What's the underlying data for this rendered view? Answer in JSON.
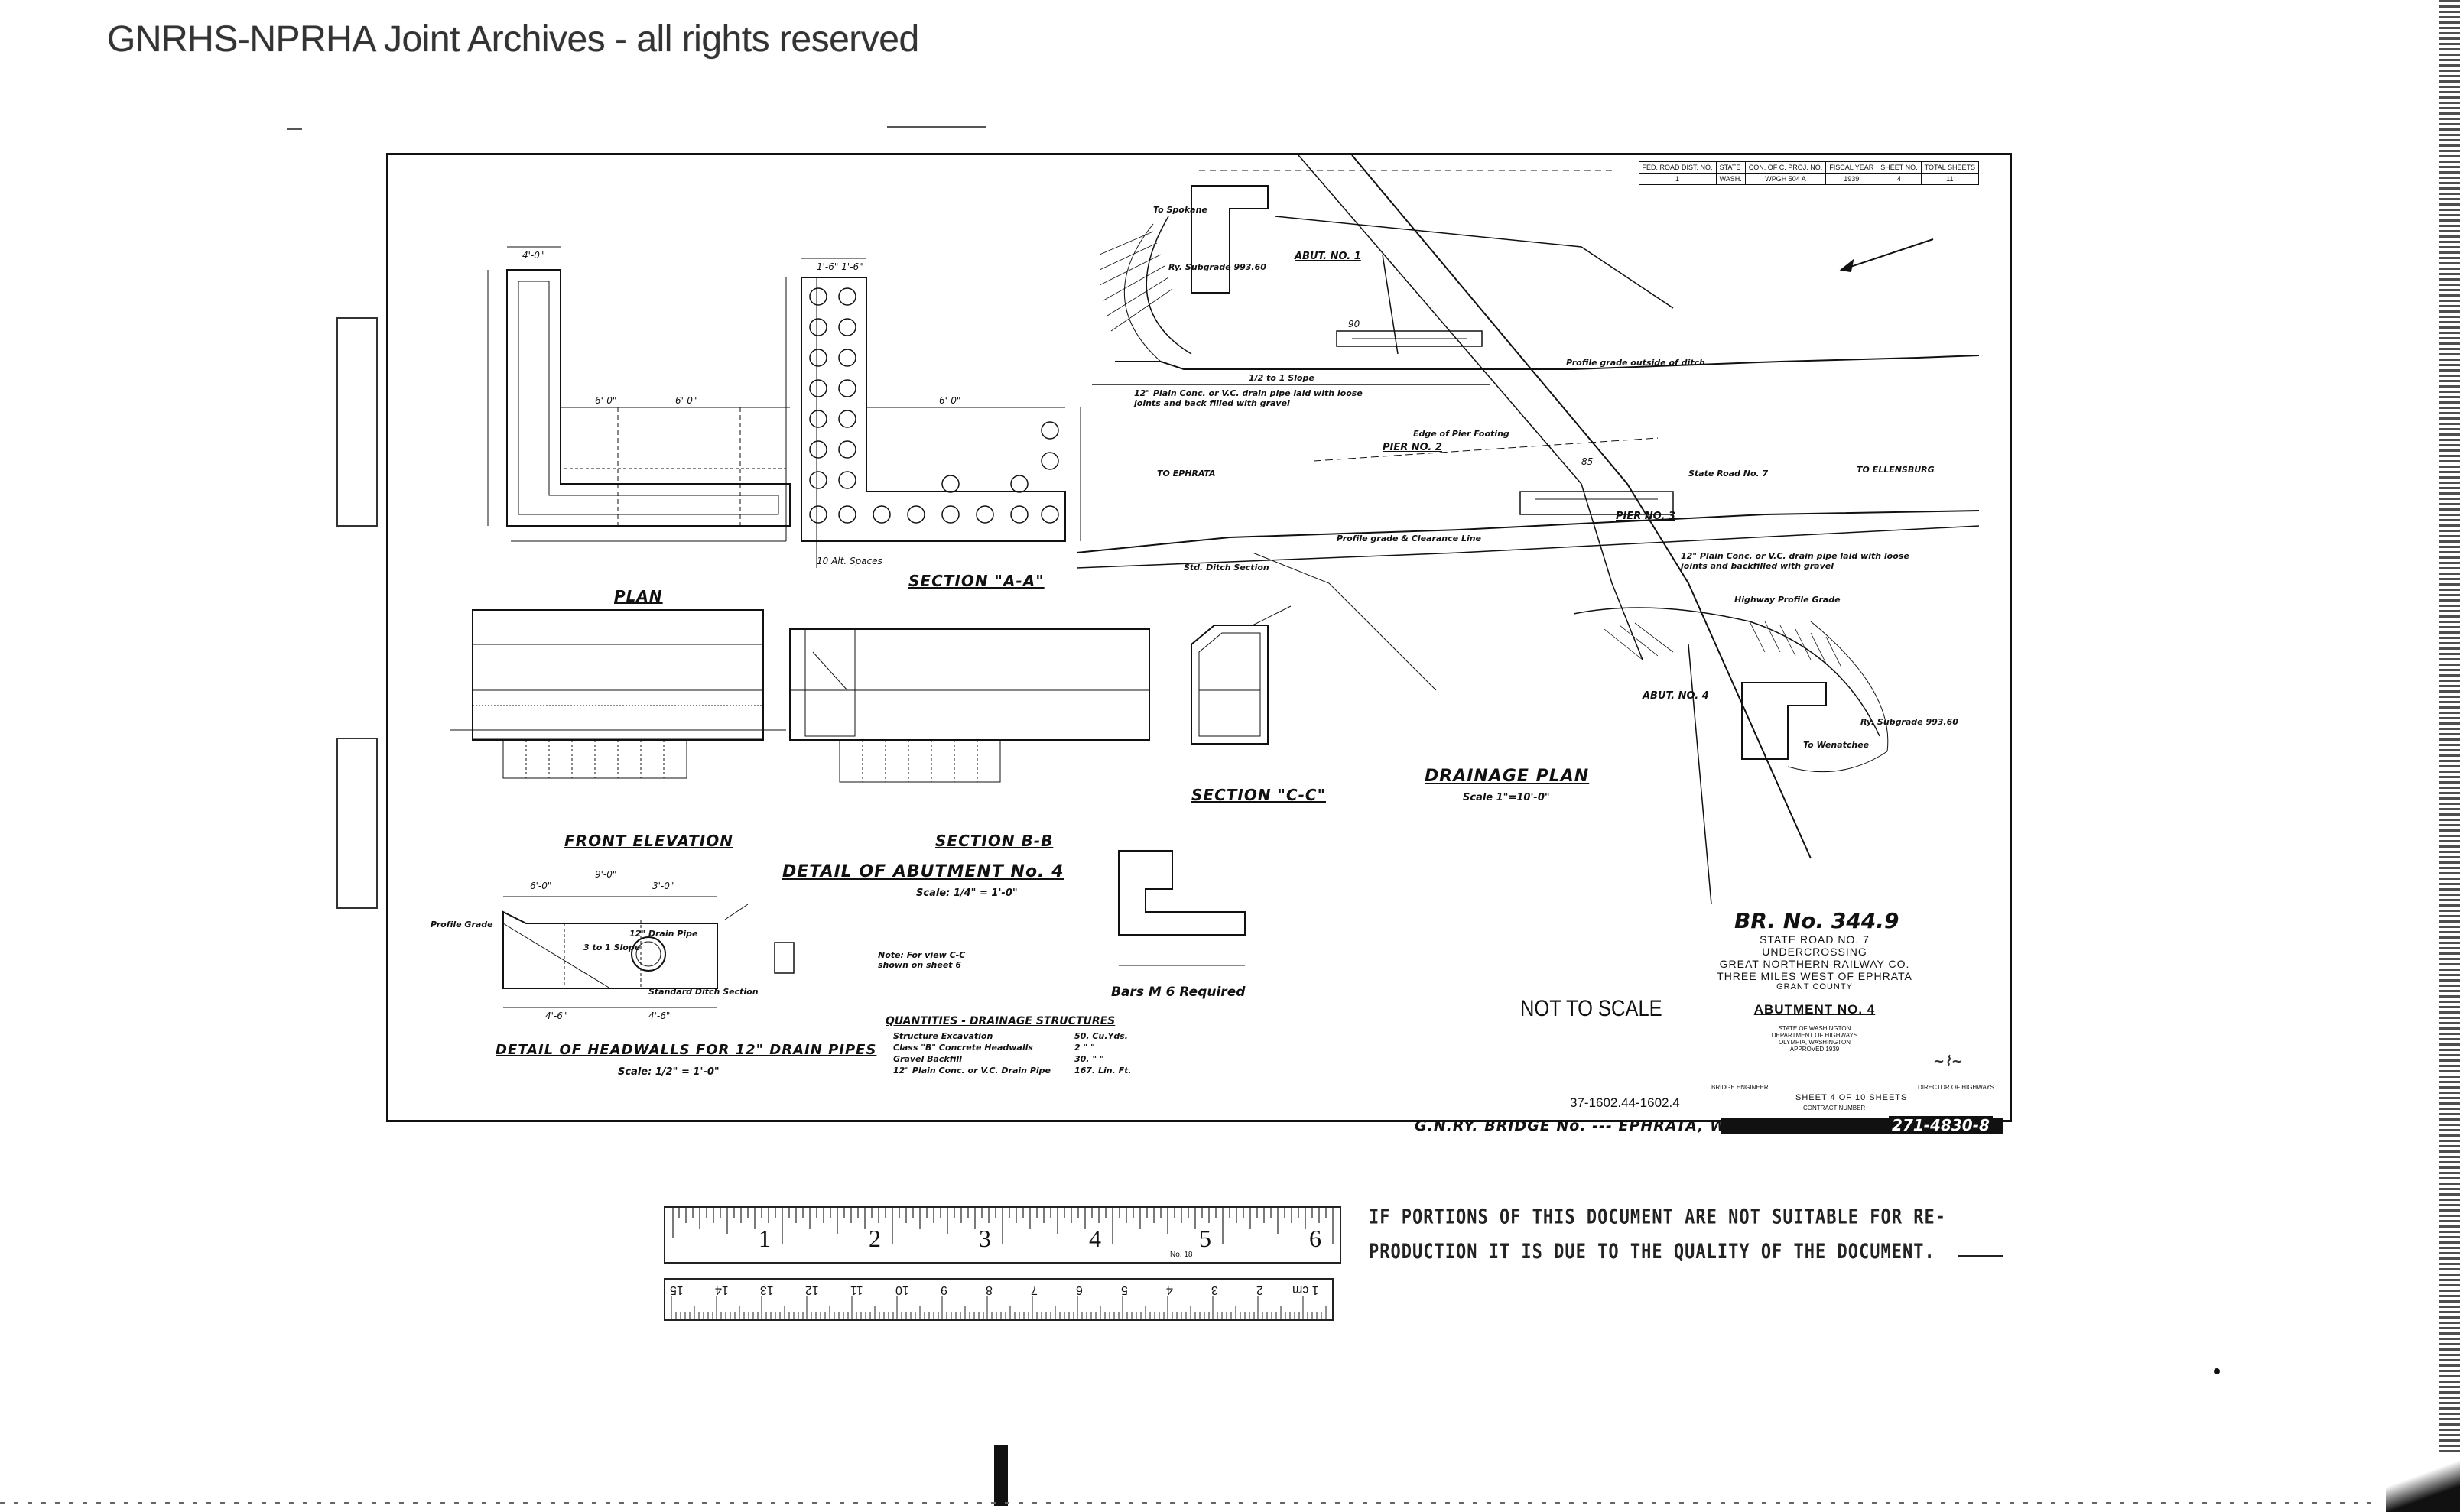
{
  "watermark": "GNRHS-NPRHA Joint Archives - all rights reserved",
  "drawing": {
    "header_table": {
      "headers": [
        "FED. ROAD DIST. NO.",
        "STATE",
        "CON. OF C. PROJ. NO.",
        "FISCAL YEAR",
        "SHEET NO.",
        "TOTAL SHEETS"
      ],
      "values": [
        "1",
        "WASH.",
        "WPGH 504 A",
        "1939",
        "4",
        "11"
      ]
    },
    "views": {
      "plan": "PLAN",
      "section_aa": "SECTION \"A-A\"",
      "front_elevation": "FRONT ELEVATION",
      "section_bb": "SECTION B-B",
      "section_cc": "SECTION \"C-C\"",
      "detail_abutment": "DETAIL OF ABUTMENT No. 4",
      "detail_abutment_scale": "Scale: 1/4\" = 1'-0\"",
      "detail_headwalls": "DETAIL OF HEADWALLS FOR 12\" DRAIN PIPES",
      "detail_headwalls_scale": "Scale: 1/2\" = 1'-0\"",
      "drainage_plan": "DRAINAGE PLAN",
      "drainage_plan_scale": "Scale 1\"=10'-0\"",
      "bars_m": "Bars M 6 Required",
      "note": "Note: For view C-C shown on sheet 6"
    },
    "plan_labels": {
      "abut1": "ABUT. NO. 1",
      "abut4": "ABUT. NO. 4",
      "pier2": "PIER NO. 2",
      "pier3": "PIER NO. 3",
      "to_ephrata": "TO EPHRATA",
      "to_ellensburg": "TO ELLENSBURG",
      "state_road": "State Road No. 7",
      "std_ditch": "Std. Ditch Section",
      "drain_pipe_1": "12\" Plain Conc. or V.C. drain pipe laid with loose joints and back filled with gravel",
      "drain_pipe_2": "12\" Plain Conc. or V.C. drain pipe laid with loose joints and backfilled with gravel",
      "profile_grade": "Profile grade & Clearance Line",
      "hwy_grade": "Highway Profile Grade",
      "ry_subgrade_1": "Ry. Subgrade 993.60",
      "ry_subgrade_2": "Ry. Subgrade 993.60",
      "to_spokane": "To Spokane",
      "to_wenatchee": "To Wenatchee",
      "slope": "1/2 to 1 Slope",
      "edge_footing": "Edge of Pier Footing",
      "ditch_outside": "Profile grade outside of ditch"
    },
    "headwall_labels": {
      "profile_grade": "Profile Grade",
      "drain_pipe": "12\" Drain Pipe",
      "std_ditch": "Standard Ditch Section",
      "slope": "3 to 1 Slope",
      "dims": [
        "6'-0\"",
        "3'-0\"",
        "4'-6\"",
        "4'-6\"",
        "9'-0\""
      ]
    },
    "quantities": {
      "title": "QUANTITIES - DRAINAGE STRUCTURES",
      "rows": [
        {
          "item": "Structure Excavation",
          "qty": "50. Cu.Yds."
        },
        {
          "item": "Class \"B\" Concrete Headwalls",
          "qty": "2 \"   \""
        },
        {
          "item": "Gravel Backfill",
          "qty": "30. \"   \""
        },
        {
          "item": "12\" Plain Conc. or V.C. Drain Pipe",
          "qty": "167. Lin. Ft."
        }
      ]
    },
    "title_block": {
      "bridge": "BR. No. 344.9",
      "line1": "STATE ROAD NO. 7",
      "line2": "UNDERCROSSING",
      "line3": "GREAT NORTHERN RAILWAY CO.",
      "line4": "THREE MILES WEST OF EPHRATA",
      "line5": "GRANT COUNTY",
      "sheet_title": "ABUTMENT NO. 4",
      "dept1": "STATE OF WASHINGTON",
      "dept2": "DEPARTMENT OF HIGHWAYS",
      "dept3": "OLYMPIA, WASHINGTON",
      "approved": "APPROVED  1939",
      "engineer": "BRIDGE ENGINEER",
      "director": "DIRECTOR OF HIGHWAYS",
      "sheet": "SHEET 4 OF 10 SHEETS",
      "contract": "CONTRACT NUMBER"
    },
    "not_to_scale": "NOT TO SCALE",
    "ref_number": "37-1602.44-1602.4",
    "bottom_caption": "G.N.RY. BRIDGE No. --- EPHRATA, WASH.",
    "file_number": "271-4830-8"
  },
  "ruler": {
    "inch_labels": [
      "1",
      "2",
      "3",
      "4",
      "5",
      "6"
    ],
    "cm_labels": [
      "1 cm",
      "2",
      "3",
      "4",
      "5",
      "6",
      "7",
      "8",
      "9",
      "10",
      "11",
      "12",
      "13",
      "14",
      "15"
    ],
    "maker": "No. 18"
  },
  "notice": {
    "line1": "IF PORTIONS OF THIS DOCUMENT ARE NOT SUITABLE FOR RE-",
    "line2": "PRODUCTION IT IS DUE TO THE QUALITY OF THE DOCUMENT."
  }
}
